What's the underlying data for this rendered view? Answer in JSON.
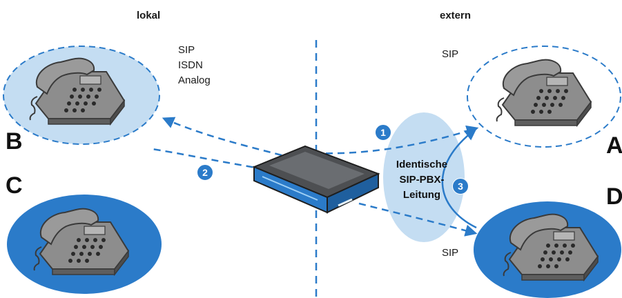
{
  "headers": {
    "local": "lokal",
    "external": "extern"
  },
  "local_protocols": [
    "SIP",
    "ISDN",
    "Analog"
  ],
  "external_protocols": {
    "phone_a": "SIP",
    "phone_d": "SIP"
  },
  "phone_letters": {
    "b": "B",
    "c": "C",
    "a": "A",
    "d": "D"
  },
  "sip_line_caption": [
    "Identische",
    "SIP-PBX-",
    "Leitung"
  ],
  "steps": [
    "1",
    "2",
    "3"
  ],
  "colors": {
    "accent": "#2b7bc9",
    "light_fill": "#c4ddf2",
    "dark_fill": "#2b7bc9"
  }
}
